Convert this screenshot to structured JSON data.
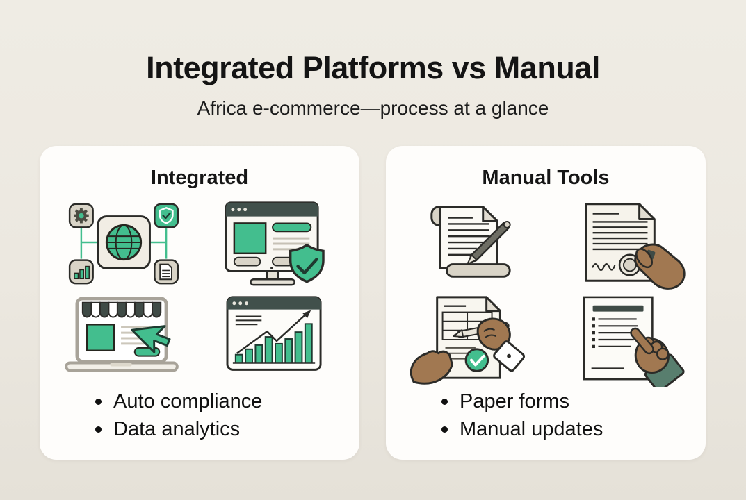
{
  "page": {
    "title": "Integrated Platforms vs Manual",
    "subtitle": "Africa e-commerce—process at a glance"
  },
  "colors": {
    "background": "#ECE8E0",
    "card": "#FEFDFB",
    "accent_green": "#43BE8E",
    "dark_slate": "#41504B",
    "outline_ink": "#2B2B28",
    "beige": "#D9D4C7",
    "hand_brown": "#A17851",
    "cuff_teal": "#587E6E",
    "text": "#141414"
  },
  "cards": [
    {
      "title": "Integrated",
      "illustrations": [
        "globe-network-icon",
        "monitor-shield-icon",
        "laptop-storefront-cursor-icon",
        "growth-bar-chart-icon"
      ],
      "bullets": [
        "Auto compliance",
        "Data analytics"
      ]
    },
    {
      "title": "Manual Tools",
      "illustrations": [
        "scroll-pen-icon",
        "signed-document-hand-icon",
        "form-filling-hands-icon",
        "pointing-hand-document-icon"
      ],
      "bullets": [
        "Paper forms",
        "Manual updates"
      ]
    }
  ]
}
